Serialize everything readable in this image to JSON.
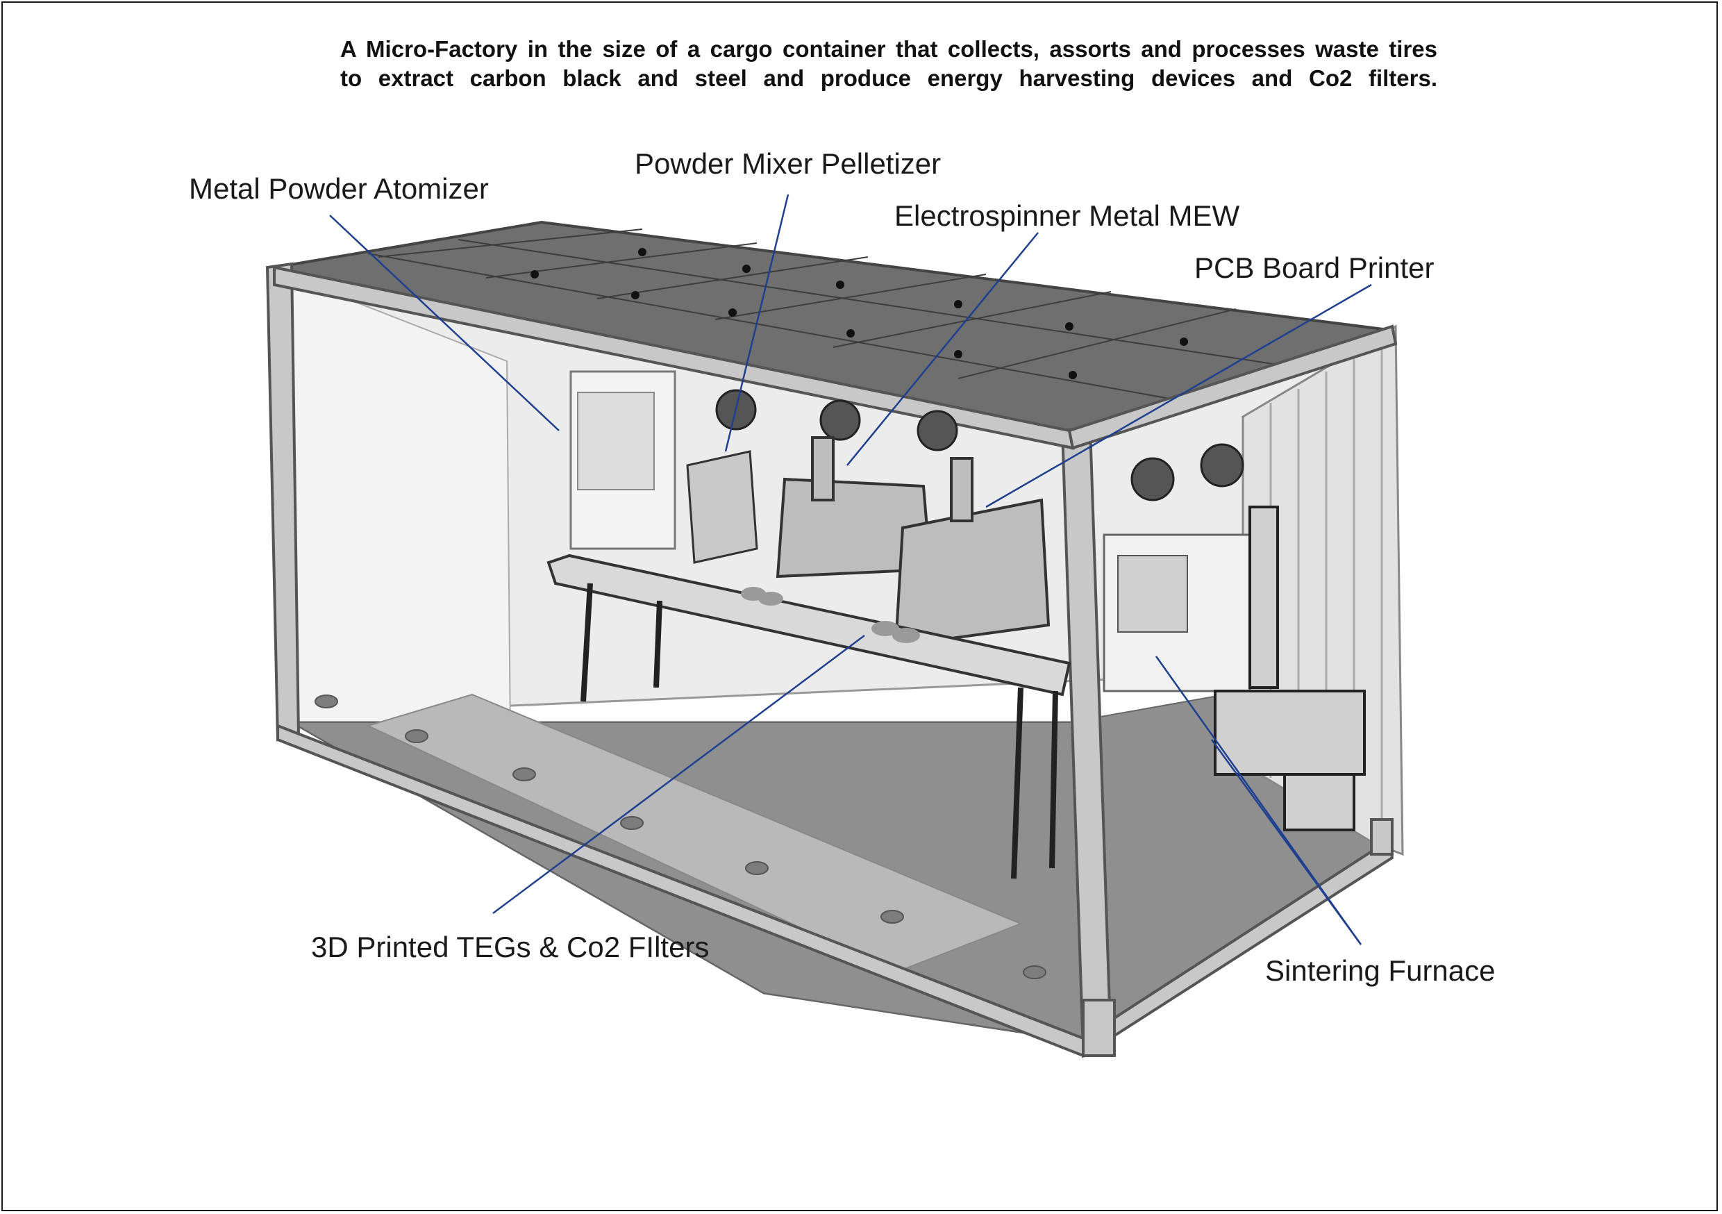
{
  "caption": {
    "line1": "A Micro-Factory in the size of a cargo container that collects, assorts and processes waste tires",
    "line2": "to extract carbon black and steel and produce energy harvesting devices and Co2 filters."
  },
  "labels": {
    "metal_powder_atomizer": "Metal Powder Atomizer",
    "powder_mixer_pelletizer": "Powder Mixer Pelletizer",
    "electrospinner_metal_mew": "Electrospinner Metal MEW",
    "pcb_board_printer": "PCB Board Printer",
    "printed_tegs_co2_filters": "3D Printed TEGs & Co2 FIlters",
    "sintering_furnace": "Sintering Furnace"
  },
  "colors": {
    "leader_line": "#1f3f8f",
    "roof": "#6e6e6e",
    "floor": "#8d8d8d",
    "wall": "#e9e9e9",
    "frame": "#b8b8b8"
  }
}
